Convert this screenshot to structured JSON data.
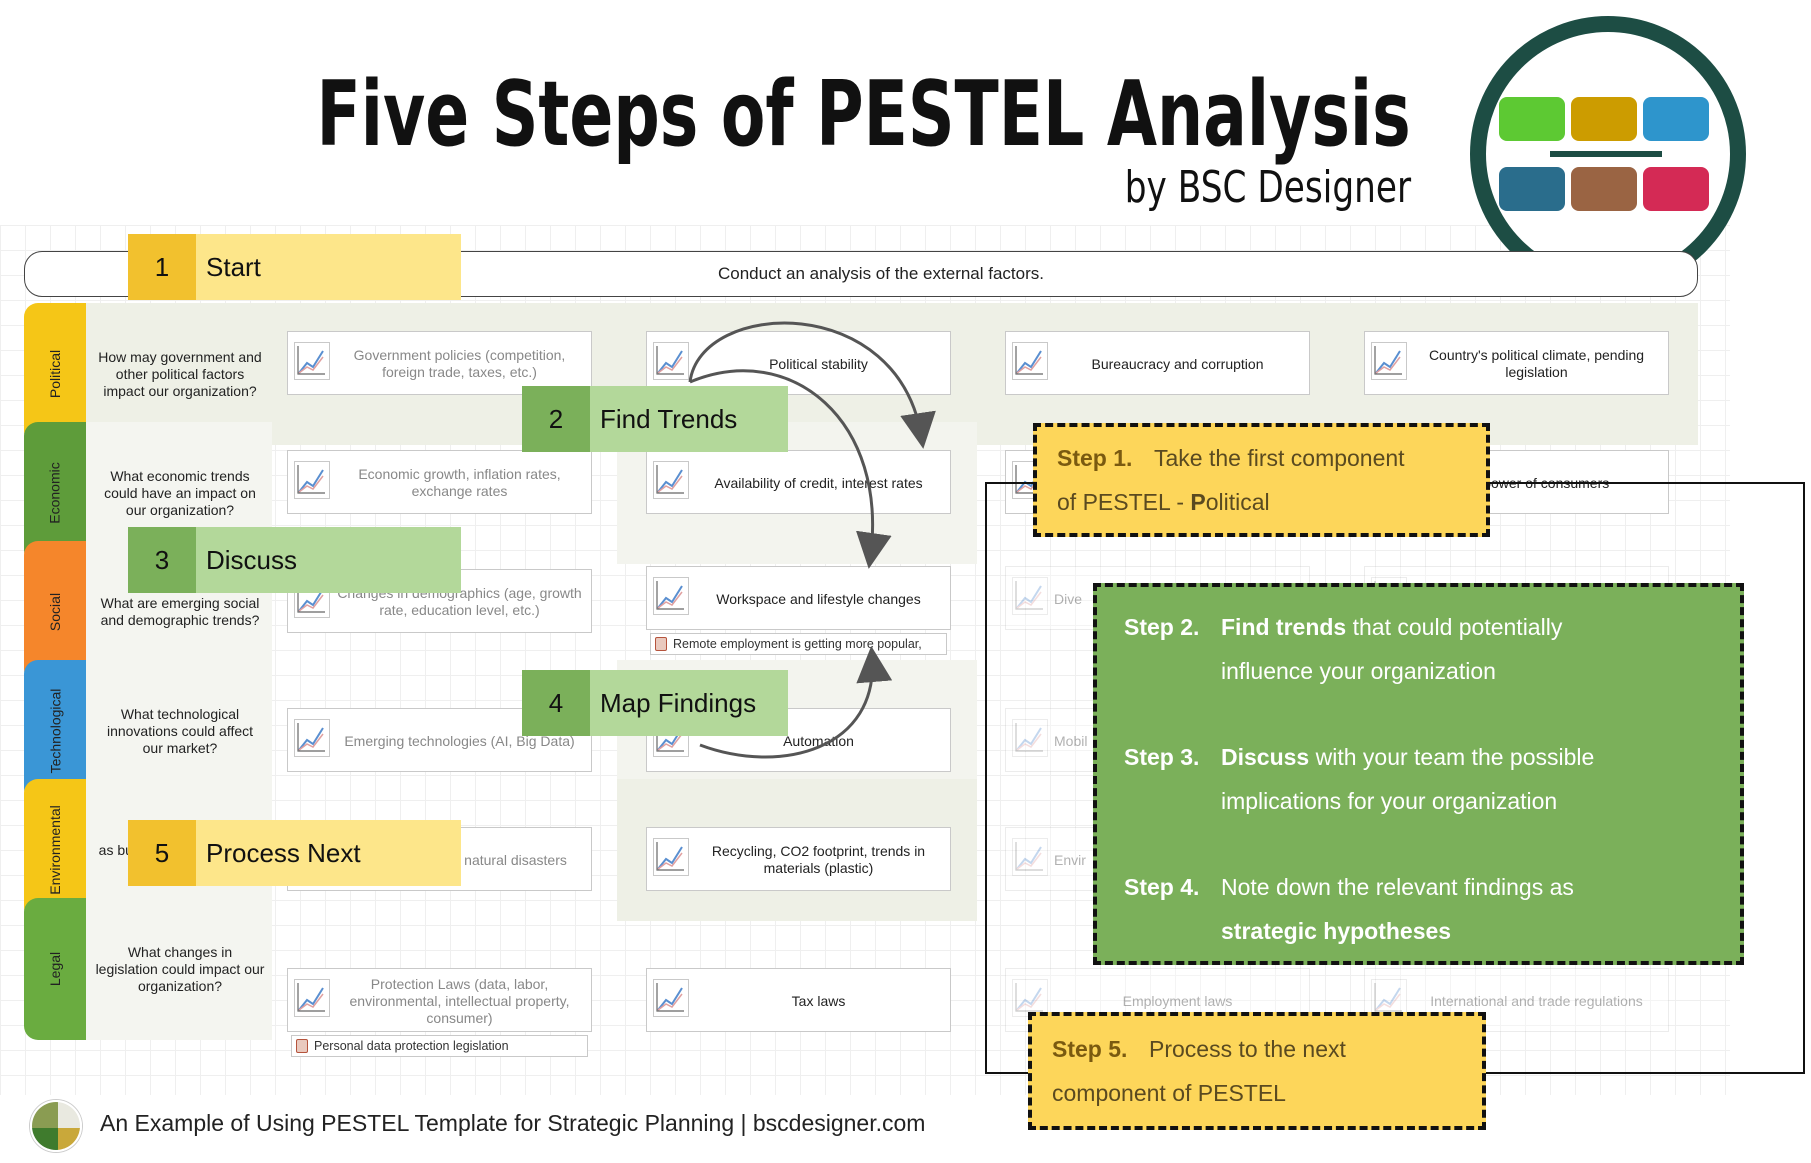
{
  "title": "Five Steps of PESTEL Analysis",
  "subtitle": "by BSC Designer",
  "logo": {
    "tile_colors": [
      "#5dc933",
      "#cc9c00",
      "#2e95cc",
      "#2a6d8c",
      "#9a6443",
      "#d42a55"
    ],
    "ring_color": "#1d4d44"
  },
  "objective": "Conduct an analysis of the external factors.",
  "categories": [
    {
      "label": "Political",
      "color": "#f5c617"
    },
    {
      "label": "Economic",
      "color": "#5e9c3a"
    },
    {
      "label": "Social",
      "color": "#f5862b"
    },
    {
      "label": "Technological",
      "color": "#3a96d6"
    },
    {
      "label": "Environmental",
      "color": "#f5c617"
    },
    {
      "label": "Legal",
      "color": "#6aac40"
    }
  ],
  "questions": [
    "How may government and other political factors impact our organization?",
    "What economic trends could have an impact on our organization?",
    "What are emerging social and demographic trends?",
    "What technological innovations could affect our market?",
    "as business environment?",
    "What changes in legislation could impact our organization?"
  ],
  "cards": {
    "col1": [
      "Government policies (competition, foreign trade, taxes, etc.)",
      "Economic growth, inflation rates, exchange rates",
      "Changes in demographics (age, growth rate, education level, etc.)",
      "Emerging technologies (AI, Big Data)",
      "Climate changes, natural disasters",
      "Protection Laws (data, labor, environmental, intellectual property, consumer)"
    ],
    "col1_note": "Personal data protection legislation",
    "col2": [
      "Political stability",
      "Availability of credit, interest rates",
      "Workspace and lifestyle changes",
      "Automation",
      "Recycling, CO2 footprint, trends in materials (plastic)",
      "Tax laws"
    ],
    "col2_note": "Remote employment is getting more popular,",
    "col3": [
      "Bureaucracy and corruption",
      "",
      "Dive",
      "Mobil",
      "Envir",
      "Employment laws"
    ],
    "col4": [
      "Country's political climate, pending legislation",
      "ng power of consumers",
      "",
      "",
      "",
      "International and trade regulations"
    ]
  },
  "step_labels": [
    {
      "num": "1",
      "text": "Start"
    },
    {
      "num": "2",
      "text": "Find Trends"
    },
    {
      "num": "3",
      "text": "Discuss"
    },
    {
      "num": "4",
      "text": "Map Findings"
    },
    {
      "num": "5",
      "text": "Process Next"
    }
  ],
  "callouts": {
    "step1": {
      "no": "Step 1.",
      "line1": "Take the first component",
      "line2a": "of PESTEL - ",
      "line2b": "P",
      "line2c": "olitical"
    },
    "step2": {
      "no": "Step 2.",
      "bold": "Find trends",
      "line1": " that could potentially",
      "line2": "influence your organization"
    },
    "step3": {
      "no": "Step 3.",
      "bold": "Discuss",
      "line1": " with your team the possible",
      "line2": "implications for your organization"
    },
    "step4": {
      "no": "Step 4.",
      "line1": "Note down the relevant findings as",
      "bold2": "strategic hypotheses"
    },
    "step5": {
      "no": "Step 5.",
      "line1": "Process to the next",
      "line2": "component of PESTEL"
    }
  },
  "footer": "An Example of Using PESTEL Template for Strategic Planning | bscdesigner.com"
}
